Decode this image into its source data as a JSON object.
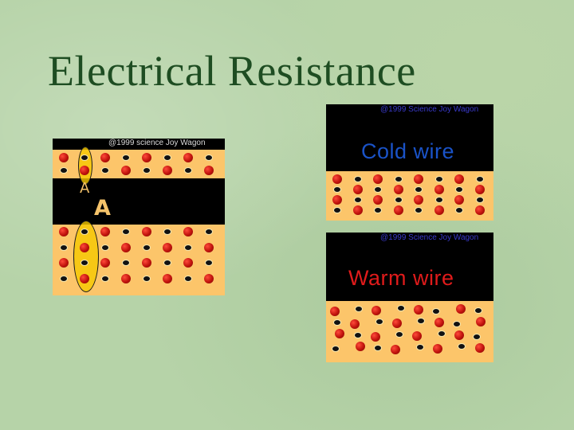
{
  "slide": {
    "title": "Electrical Resistance"
  },
  "left_figure": {
    "copyright": "@1999 science Joy Wagon",
    "label_small": "A",
    "label_large": "A"
  },
  "cold_panel": {
    "copyright": "@1999 Science Joy Wagon",
    "heading": "Cold wire",
    "heading_color": "#1a53c8"
  },
  "warm_panel": {
    "copyright": "@1999 Science Joy Wagon",
    "heading": "Warm wire",
    "heading_color": "#e01b1b"
  },
  "colors": {
    "band": "#fcc56a",
    "ion": "#c0120c",
    "electron": "#111111",
    "highlight": "#f5c800"
  }
}
